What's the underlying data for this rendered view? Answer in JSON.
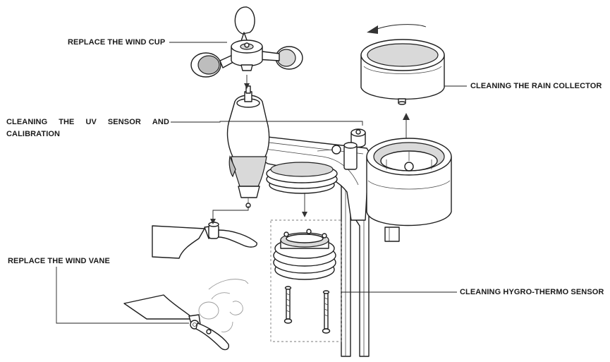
{
  "labels": {
    "wind_cup": "REPLACE THE WIND CUP",
    "uv_sensor_words": [
      "CLEANING",
      "THE",
      "UV",
      "SENSOR",
      "AND"
    ],
    "uv_sensor_line2": "CALIBRATION",
    "rain_collector": "CLEANING THE RAIN COLLECTOR",
    "wind_vane": "REPLACE THE WIND VANE",
    "hygro_thermo": "CLEANING HYGRO-THERMO SENSOR"
  },
  "colors": {
    "ink": "#1e1e1e",
    "shade": "#d9d9d9",
    "background": "#ffffff"
  }
}
